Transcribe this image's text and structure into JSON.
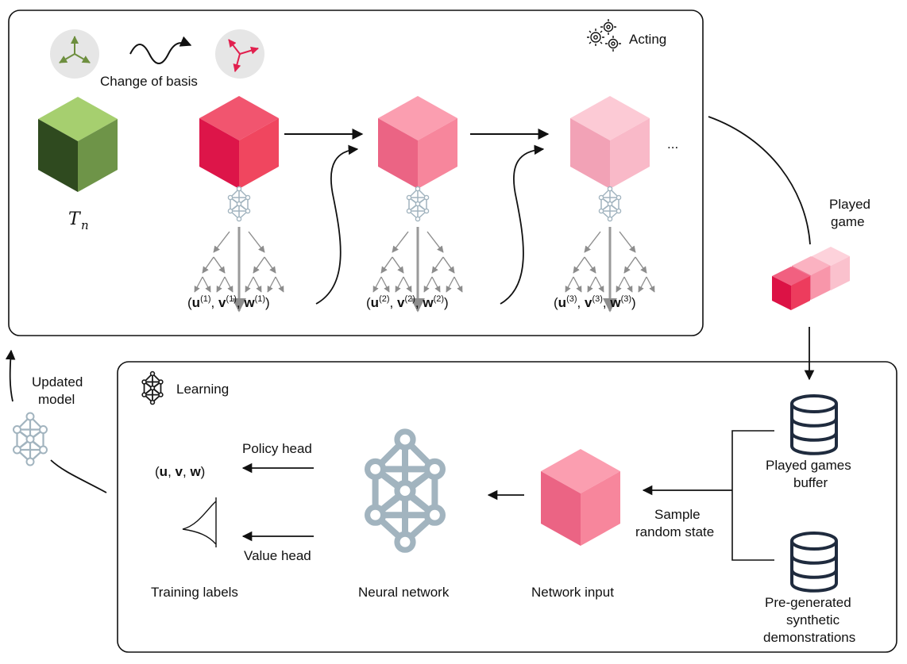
{
  "acting": {
    "title": "Acting",
    "change_of_basis": "Change of basis",
    "tensor_label_italic": "T",
    "tensor_label_sub": "n",
    "ellipsis": "...",
    "factors": [
      {
        "u": "u",
        "v": "v",
        "w": "w",
        "sup": "(1)"
      },
      {
        "u": "u",
        "v": "v",
        "w": "w",
        "sup": "(2)"
      },
      {
        "u": "u",
        "v": "v",
        "w": "w",
        "sup": "(3)"
      }
    ]
  },
  "played_game": [
    "Played",
    "game"
  ],
  "updated_model": [
    "Updated",
    "model"
  ],
  "learning": {
    "title": "Learning",
    "policy_head": "Policy head",
    "value_head": "Value head",
    "uvw": {
      "u": "u",
      "v": "v",
      "w": "w"
    },
    "training_labels": "Training labels",
    "neural_network": "Neural network",
    "network_input": "Network input",
    "sample_random_state": [
      "Sample",
      "random state"
    ],
    "played_games_buffer": [
      "Played games",
      "buffer"
    ],
    "pre_generated": [
      "Pre-generated",
      "synthetic",
      "demonstrations"
    ]
  },
  "colors": {
    "green_top": "#a6cf6f",
    "green_left": "#2f4a1f",
    "green_right": "#6e9448",
    "red1_top": "#f1556f",
    "red1_left": "#dd1549",
    "red1_right": "#f0465f",
    "red2_top": "#fb9eb0",
    "red2_left": "#eb6484",
    "red2_right": "#f7869c",
    "red3_top": "#fccad5",
    "red3_left": "#f2a2b6",
    "red3_right": "#f9b9c8",
    "net_gray": "#a2b4bf",
    "database": "#1f2b3e"
  }
}
